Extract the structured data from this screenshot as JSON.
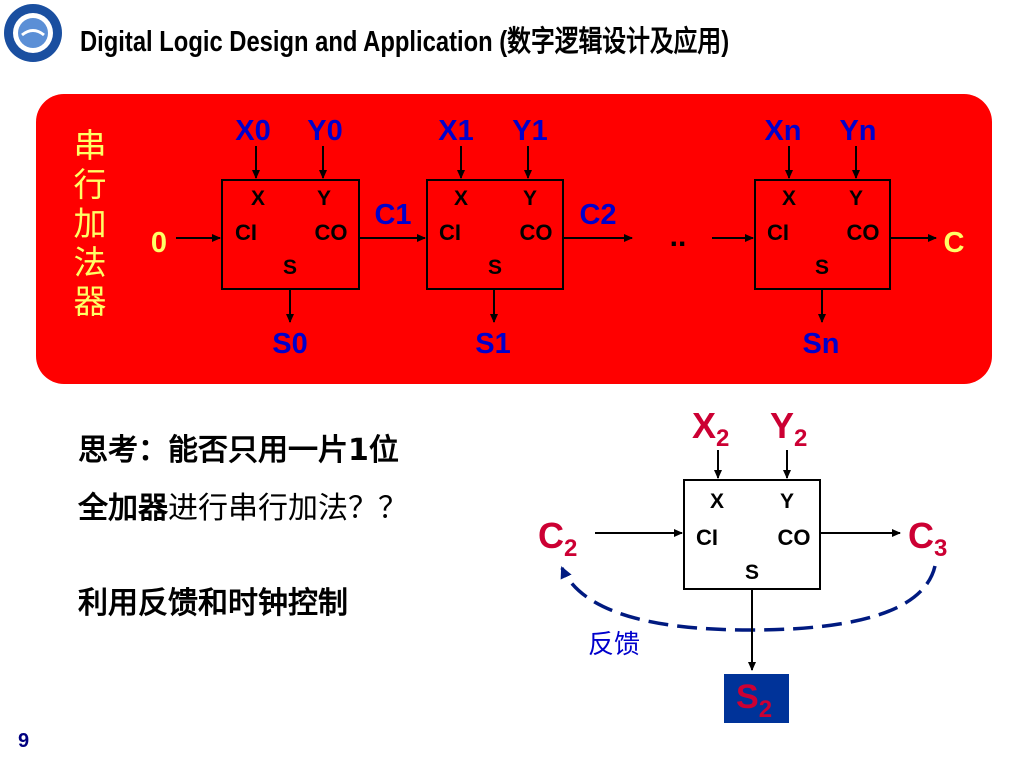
{
  "header": {
    "title": "Digital Logic Design and Application (数字逻辑设计及应用)"
  },
  "serial_adder": {
    "side_title": [
      "串",
      "行",
      "加",
      "法",
      "器"
    ],
    "carry_in": "0",
    "carry_out": "C",
    "ellipsis": "..",
    "cells": [
      {
        "x": "X0",
        "y": "Y0",
        "s": "S0"
      },
      {
        "x": "X1",
        "y": "Y1",
        "s": "S1"
      },
      {
        "x": "Xn",
        "y": "Yn",
        "s": "Sn"
      }
    ],
    "carries": [
      "C1",
      "C2"
    ],
    "port_labels": {
      "x": "X",
      "y": "Y",
      "ci": "CI",
      "co": "CO",
      "s": "S"
    }
  },
  "question": {
    "line1": "思考：能否只用一片1位",
    "line2_bold": "全加器",
    "line2_rest": "进行串行加法？？",
    "line3": "利用反馈和时钟控制"
  },
  "single_adder": {
    "x_main": "X",
    "x_sub": "2",
    "y_main": "Y",
    "y_sub": "2",
    "cin_main": "C",
    "cin_sub": "2",
    "cout_main": "C",
    "cout_sub": "3",
    "s_main": "S",
    "s_sub": "2",
    "feedback": "反馈",
    "port_labels": {
      "x": "X",
      "y": "Y",
      "ci": "CI",
      "co": "CO",
      "s": "S"
    }
  },
  "footer": {
    "page_number": "9"
  },
  "colors": {
    "panel": "#ff0000",
    "side_title": "#ffff66",
    "signal_blue": "#0000cc",
    "signal_red": "#cc0033",
    "sum_box": "#003399",
    "dash": "#001a80"
  }
}
